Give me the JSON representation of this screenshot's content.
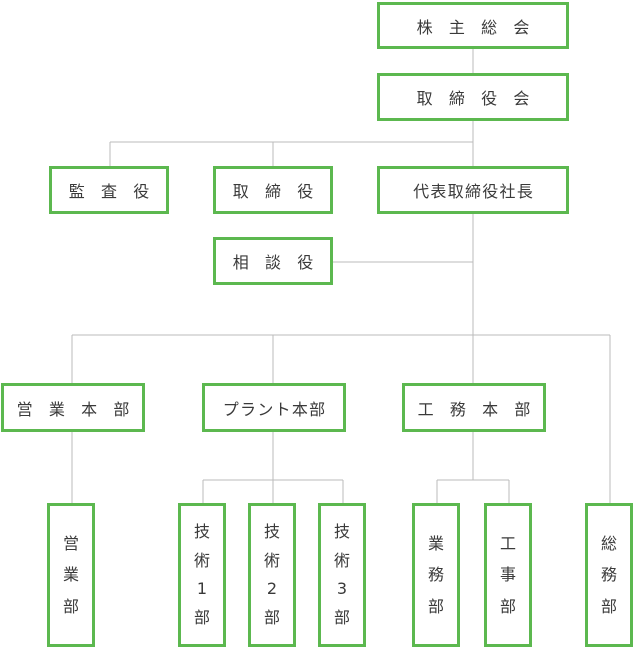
{
  "top": {
    "shareholders": "株 主 総 会",
    "board": "取 締 役 会"
  },
  "middle": {
    "auditor": "監 査 役",
    "director": "取 締 役",
    "president": "代表取締役社長",
    "advisor": "相 談 役"
  },
  "divisions": {
    "sales": "営 業 本 部",
    "plant": "プラント本部",
    "works": "工 務 本 部"
  },
  "departments": {
    "sales_dept": [
      "営",
      "業",
      "部"
    ],
    "tech1": [
      "技",
      "術",
      "1",
      "部"
    ],
    "tech2": [
      "技",
      "術",
      "2",
      "部"
    ],
    "tech3": [
      "技",
      "術",
      "3",
      "部"
    ],
    "business": [
      "業",
      "務",
      "部"
    ],
    "construction": [
      "工",
      "事",
      "部"
    ],
    "general_affairs": [
      "総",
      "務",
      "部"
    ]
  },
  "colors": {
    "border": "#5cb84f",
    "line": "#bbbbbb",
    "text": "#3a3a3a"
  }
}
